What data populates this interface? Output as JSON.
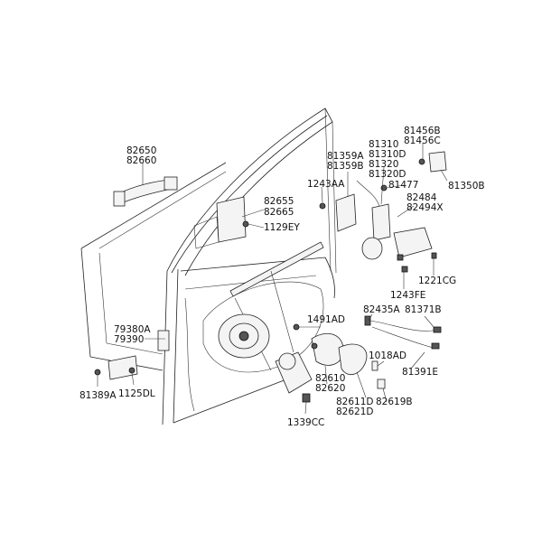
{
  "labels": {
    "l82650": "82650",
    "l82660": "82660",
    "l82655": "82655",
    "l82665": "82665",
    "l1129EY": "1129EY",
    "l1243AA": "1243AA",
    "l81359A": "81359A",
    "l81359B": "81359B",
    "l81310": "81310",
    "l81310D": "81310D",
    "l81320": "81320",
    "l81320D": "81320D",
    "l81456B": "81456B",
    "l81456C": "81456C",
    "l81350B": "81350B",
    "l81477": "81477",
    "l82484": "82484",
    "l82494X": "82494X",
    "l1221CG": "1221CG",
    "l1243FE": "1243FE",
    "l82435A": "82435A",
    "l81371B": "81371B",
    "l1491AD": "1491AD",
    "l1018AD": "1018AD",
    "l81391E": "81391E",
    "l82610": "82610",
    "l82620": "82620",
    "l82611D": "82611D",
    "l82621D": "82621D",
    "l82619B": "82619B",
    "l79380A": "79380A",
    "l79390": "79390",
    "l81389A": "81389A",
    "l1125DL": "1125DL",
    "l1339CC": "1339CC"
  }
}
